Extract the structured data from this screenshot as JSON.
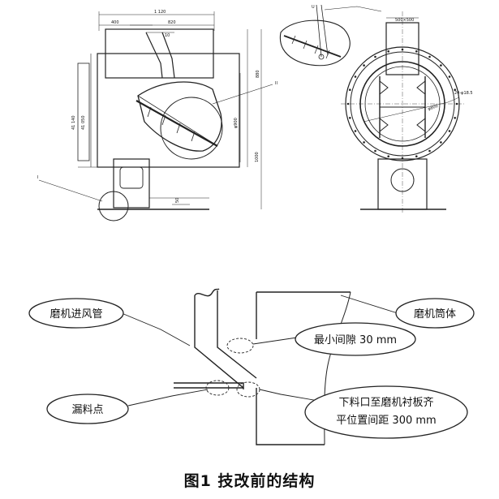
{
  "drawing": {
    "dimensions": {
      "overall_width": "1 120",
      "left_width": "400",
      "mid_width": "820",
      "small_top": "10",
      "side_left_a": "41 140",
      "side_left_b": "41 050",
      "right_a": "880",
      "right_b": "1000",
      "right_diam": "φ900",
      "bottom_small": "50",
      "right_view_top": "500×500",
      "bolt_spec": "24-φ18.5",
      "inner_diam": "φ800"
    },
    "markers": {
      "I": "I",
      "II": "II",
      "U": "U"
    }
  },
  "diagram": {
    "labels": {
      "mill_inlet_pipe": "磨机进风管",
      "mill_barrel": "磨机筒体",
      "min_gap": "最小间隙 30 mm",
      "leak_point": "漏料点",
      "discharge_line1": "下料口至磨机衬板齐",
      "discharge_line2": "平位置间距 300 mm"
    }
  },
  "caption": "图1  技改前的结构"
}
